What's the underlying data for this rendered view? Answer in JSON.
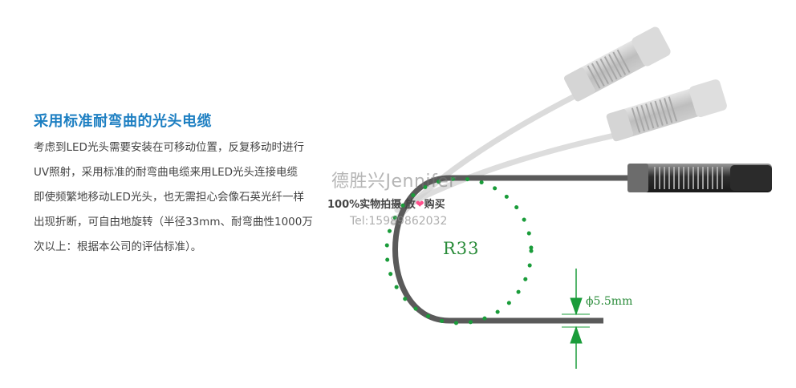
{
  "heading": "采用标准耐弯曲的光头电缆",
  "body_lines": [
    "考虑到LED光头需要安装在可移动位置，反复移动时进行",
    "UV照射，采用标准的耐弯曲电缆来用LED光头连接电缆",
    "即使频繁地移动LED光头，也无需担心会像石英光纤一样",
    "出现折断，可自由地旋转（半径33mm、耐弯曲性1000万",
    "次以上：根据本公司的评估标准）。"
  ],
  "watermark": {
    "name": "德胜兴Jennifer",
    "photo_text_before": "100%实物拍摄 放",
    "heart": "❤",
    "photo_text_after": "购买",
    "tel": "Tel:15989862032"
  },
  "diagram": {
    "radius_label": "R33",
    "diameter_label": "ϕ5.5mm",
    "colors": {
      "accent_green": "#1a9c3a",
      "cable": "#5a5a5a",
      "heading_blue": "#1d7fc2"
    }
  }
}
